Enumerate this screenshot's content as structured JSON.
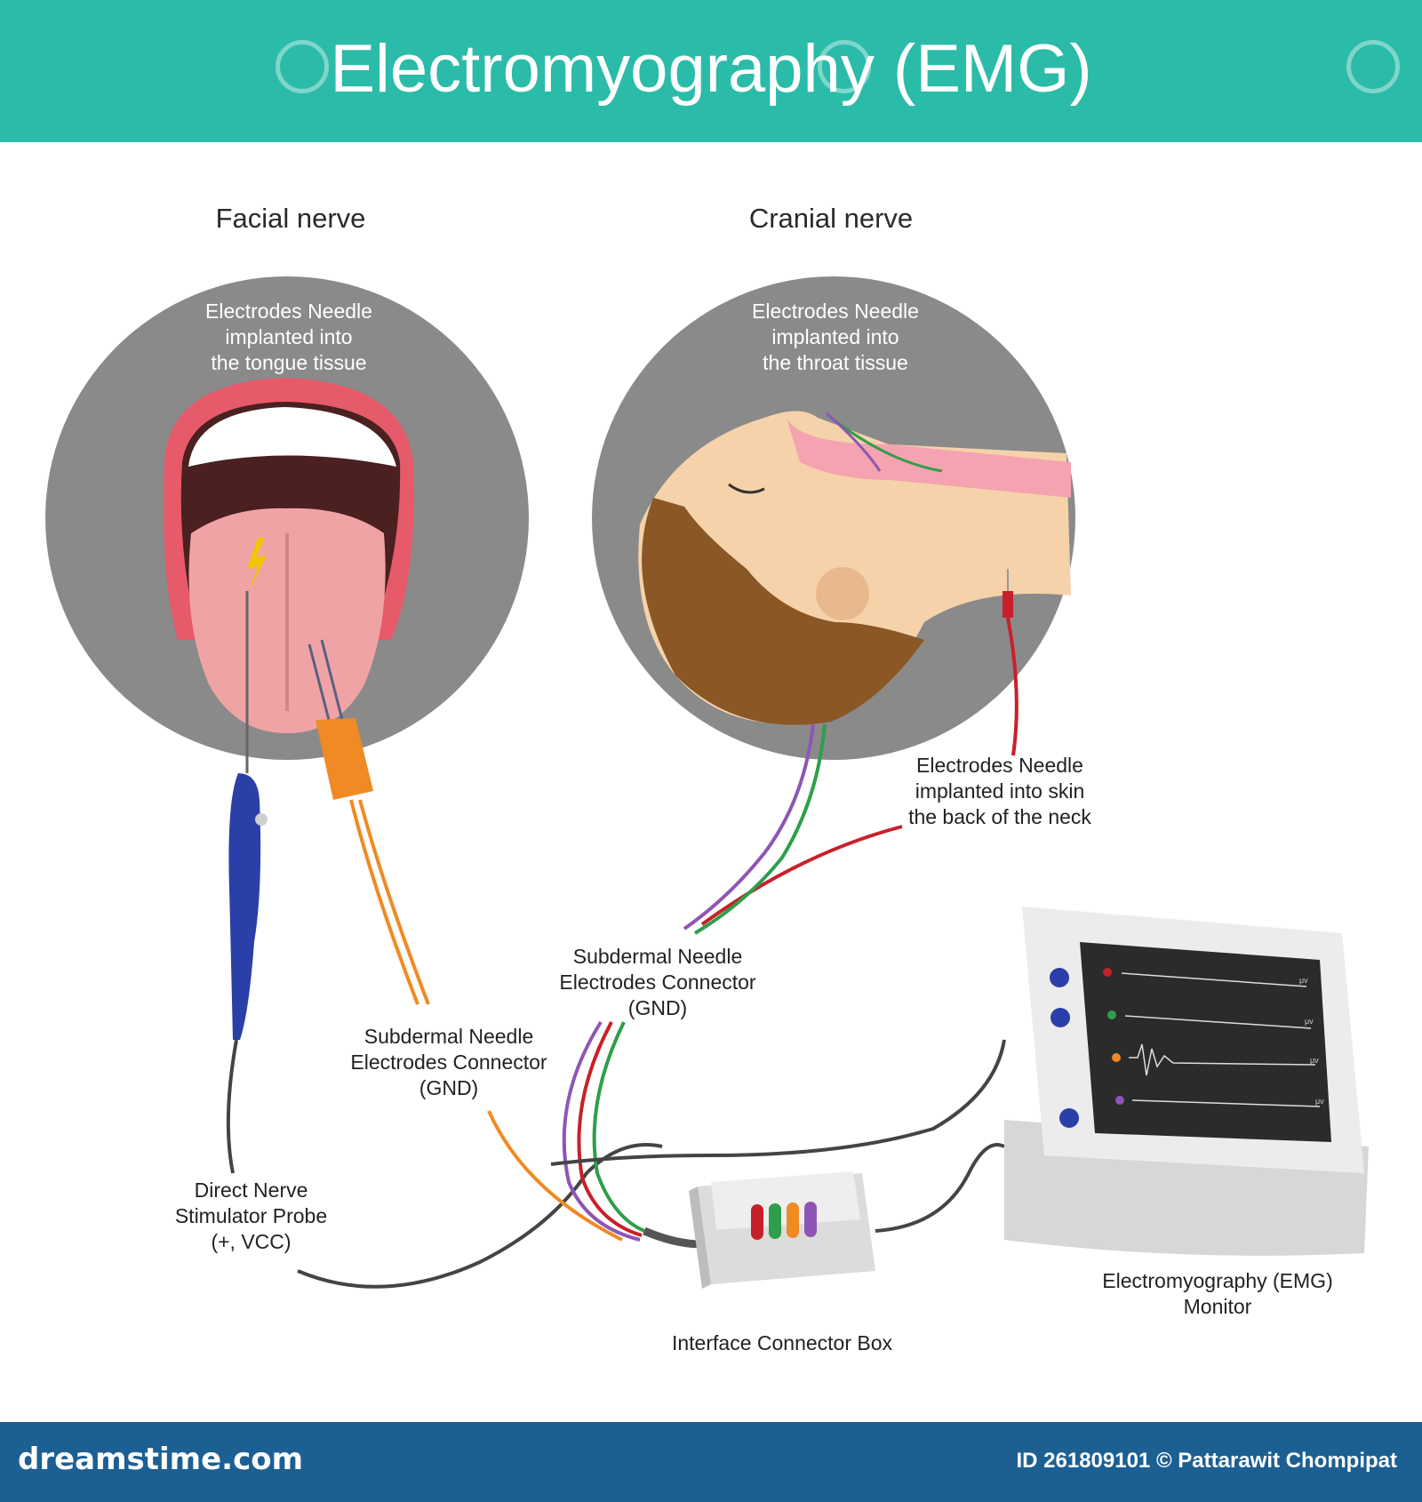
{
  "header": {
    "title": "Electromyography (EMG)"
  },
  "sections": {
    "facial": {
      "heading": "Facial nerve",
      "inner_label": "Electrodes Needle\nimplanted into\nthe tongue tissue"
    },
    "cranial": {
      "heading": "Cranial nerve",
      "inner_label": "Electrodes Needle\nimplanted into\nthe throat tissue"
    }
  },
  "labels": {
    "neck_needle": "Electrodes Needle\nimplanted into skin\nthe back of the neck",
    "subdermal_right": "Subdermal Needle\nElectrodes Connector\n(GND)",
    "subdermal_left": "Subdermal Needle\nElectrodes Connector\n(GND)",
    "probe": "Direct Nerve\nStimulator Probe\n(+, VCC)",
    "connector_box": "Interface Connector Box",
    "monitor": "Electromyography (EMG)\nMonitor",
    "monitor_unit": "μv"
  },
  "footer": {
    "brand": "dreamstime.com",
    "credit": "ID 261809101 © Pattarawit Chompipat"
  },
  "colors": {
    "teal": "#2bbba9",
    "navy": "#1c5f93",
    "circle": "#8a8a8a",
    "purple": "#8e55b5",
    "green": "#2e9e4a",
    "red": "#c8202a",
    "orange": "#f08a24",
    "blue": "#2b3fa8"
  }
}
